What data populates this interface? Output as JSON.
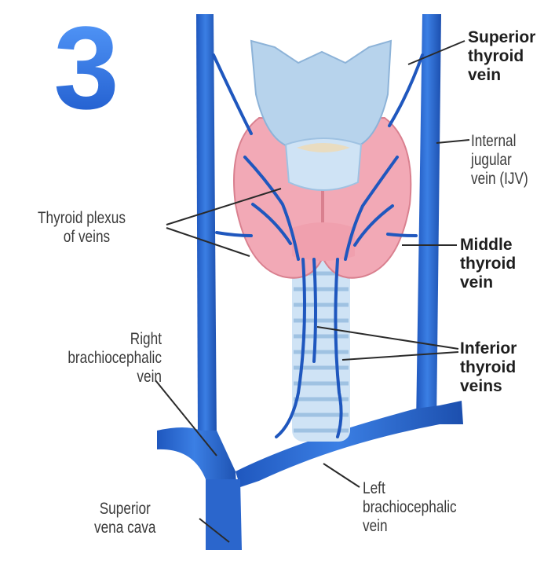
{
  "badge": {
    "number": "3"
  },
  "labels": {
    "superior_thyroid_vein": [
      "Superior",
      "thyroid",
      "vein"
    ],
    "internal_jugular_vein": [
      "Internal",
      "jugular",
      "vein (IJV)"
    ],
    "middle_thyroid_vein": [
      "Middle",
      "thyroid",
      "vein"
    ],
    "inferior_thyroid_veins": [
      "Inferior",
      "thyroid",
      "veins"
    ],
    "thyroid_plexus": [
      "Thyroid plexus",
      "of veins"
    ],
    "right_brachiocephalic_vein": [
      "Right",
      "brachiocephalic",
      "vein"
    ],
    "superior_vena_cava": [
      "Superior",
      "vena cava"
    ],
    "left_brachiocephalic_vein": [
      "Left",
      "brachiocephalic",
      "vein"
    ]
  },
  "colors": {
    "vein": "#2f6fd6",
    "vein_dark": "#1c4fae",
    "thyroid": "#f1a8b4",
    "cartilage": "#b8d6ee",
    "badge": "#2d74e0"
  }
}
